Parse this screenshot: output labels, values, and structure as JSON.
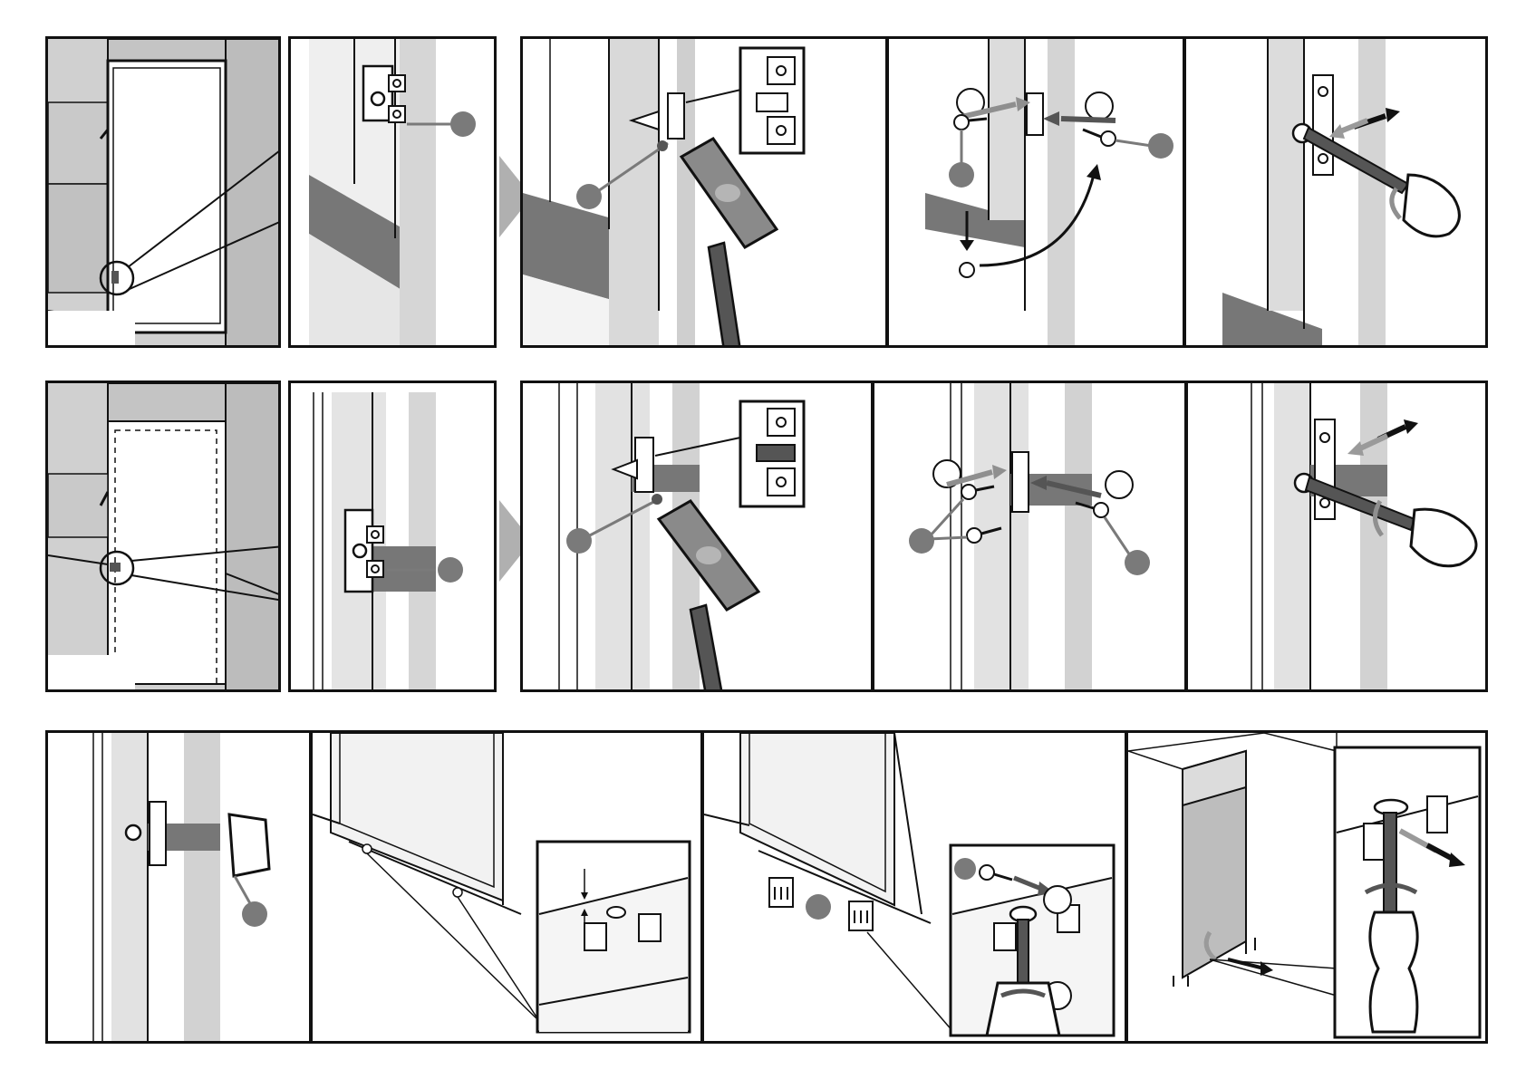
{
  "document": {
    "type": "installation-illustration",
    "rows": [
      {
        "id": "row-upper-door",
        "steps": [
          "overview",
          "hinge-bracket-zoom",
          "tap-bracket",
          "screw-bracket",
          "adjust-bracket"
        ]
      },
      {
        "id": "row-lower-door",
        "steps": [
          "overview",
          "hinge-bracket-zoom",
          "tap-bracket",
          "screw-bracket",
          "adjust-bracket"
        ]
      },
      {
        "id": "row-finishing",
        "steps": [
          "fit-cover-cap",
          "check-gap",
          "fit-bottom-brackets",
          "level-feet"
        ]
      }
    ]
  },
  "colors": {
    "line": "#111111",
    "callout": "#7a7a7a",
    "panel_light": "#d9d9d9",
    "panel_mid": "#bdbdbd",
    "panel_dark": "#6e6e6e",
    "arrow": "#8f8f8f"
  },
  "icons": [
    "hammer-icon",
    "screwdriver-icon",
    "screw-icon",
    "bracket-icon",
    "continue-triangle-icon",
    "callout-dot-icon",
    "magnifier-circle-icon"
  ]
}
